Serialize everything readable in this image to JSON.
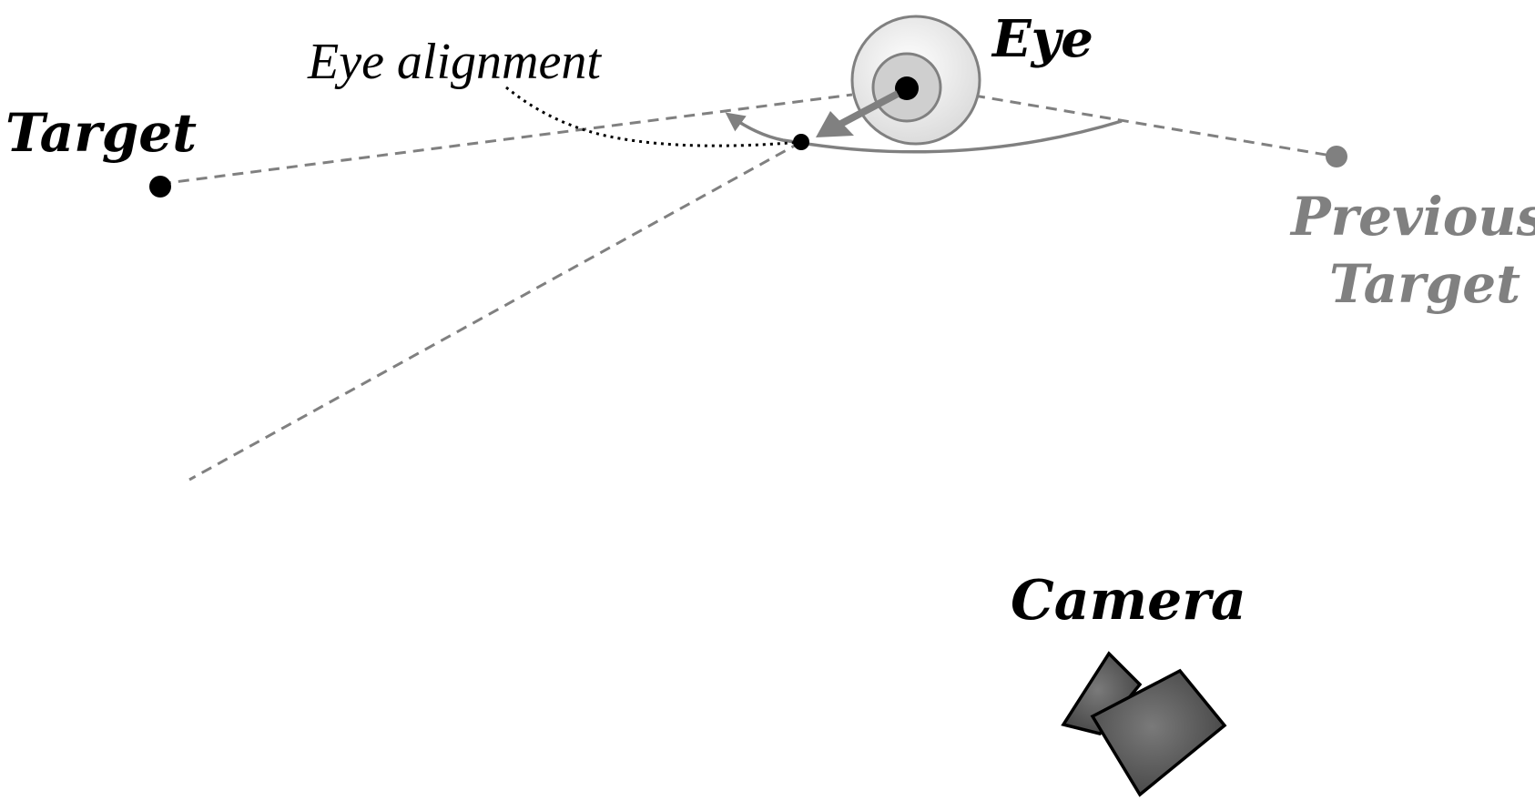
{
  "labels": {
    "eye": "Eye",
    "target": "Target",
    "previous_target_line1": "Previous",
    "previous_target_line2": "Target",
    "eye_alignment": "Eye alignment",
    "camera": "Camera"
  },
  "colors": {
    "black": "#000000",
    "gray": "#808080",
    "eye_white": "#ededed",
    "iris": "#cfcfcf",
    "camera_body": "#555555"
  }
}
